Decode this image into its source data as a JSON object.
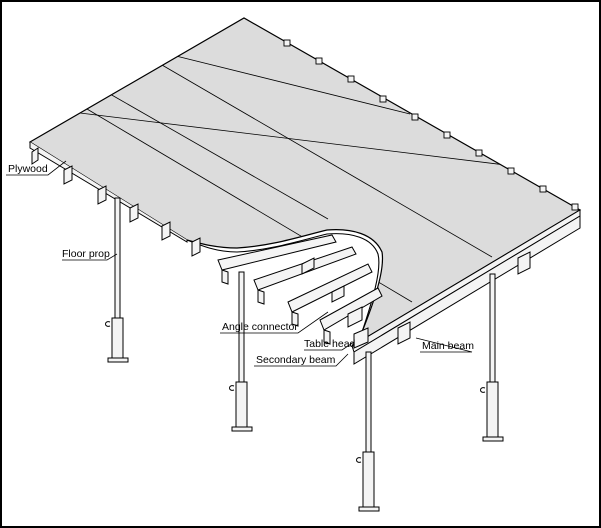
{
  "labels": {
    "plywood": "Plywood",
    "floor_prop": "Floor prop",
    "angle_connector": "Angle connector",
    "table_head": "Table head",
    "secondary_beam": "Secondary beam",
    "main_beam": "Main beam"
  },
  "colors": {
    "line": "#000000",
    "panel": "#dcdcdc",
    "beam": "#f4f4f4",
    "background": "#ffffff"
  }
}
